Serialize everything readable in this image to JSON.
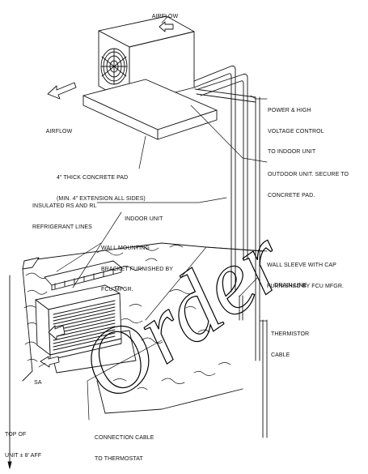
{
  "labels": {
    "airflow_top": "AIRFLOW",
    "airflow_left": "AIRFLOW",
    "power": [
      "POWER & HIGH",
      "VOLTAGE CONTROL",
      "TO INDOOR UNIT"
    ],
    "pad": [
      "4\" THICK CONCRETE PAD",
      "(MIN. 4\" EXTENSION ALL SIDES)"
    ],
    "outdoor_unit": [
      "OUTDOOR UNIT. SECURE TO",
      "CONCRETE PAD."
    ],
    "refrigerant": [
      "INSULATED RS AND RL",
      "REFRIGERANT LINES"
    ],
    "indoor_unit": "INDOOR UNIT",
    "bracket": [
      "WALL MOUNTING",
      "BRACKET FURNISHED BY",
      "FCU MFGR."
    ],
    "wall_sleeve": [
      "WALL SLEEVE WITH CAP",
      "FURNISHED BY FCU MFGR."
    ],
    "drain": "DRAIN LINE",
    "thermistor": [
      "THERMISTOR",
      "CABLE"
    ],
    "sa": "SA",
    "top_of_unit": [
      "TOP OF",
      "UNIT ± 8' AFF"
    ],
    "connection": [
      "CONNECTION CABLE",
      "TO THERMOSTAT"
    ]
  },
  "watermark": {
    "text": "Order",
    "color": "#000000"
  }
}
